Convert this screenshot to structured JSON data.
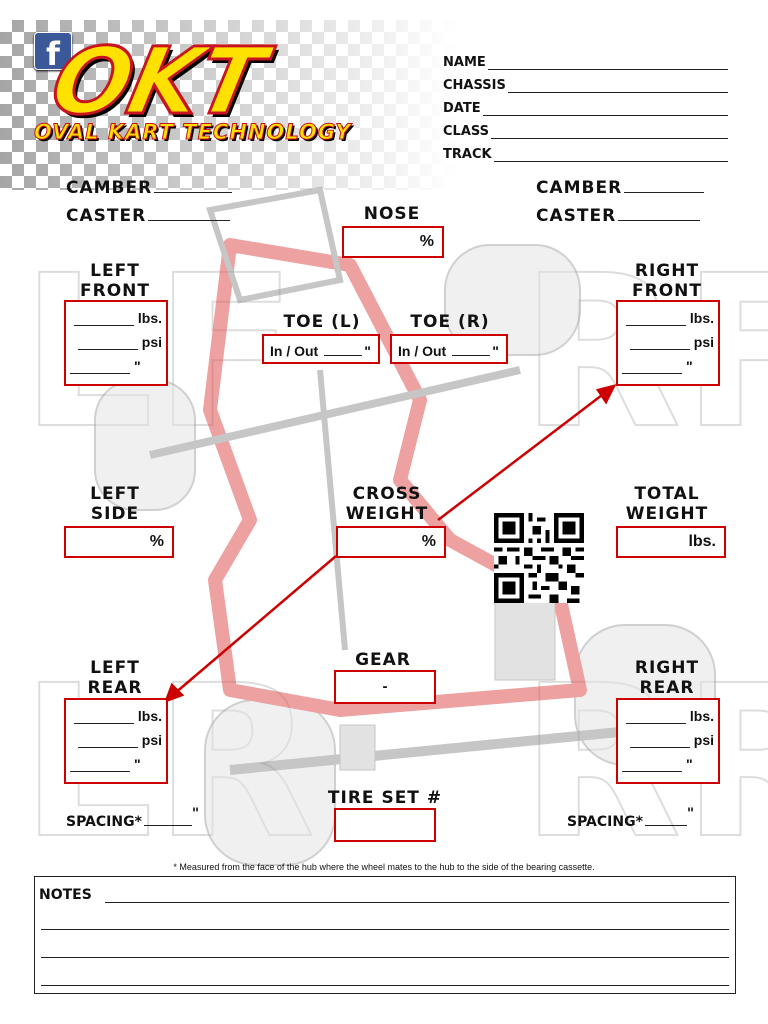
{
  "header": {
    "fb_label": "f",
    "logo_main": "OKT",
    "logo_sub": "OVAL KART TECHNOLOGY",
    "fields": [
      "NAME",
      "CHASSIS",
      "DATE",
      "CLASS",
      "TRACK"
    ]
  },
  "camber_caster": {
    "left_camber": "CAMBER",
    "left_caster": "CASTER",
    "right_camber": "CAMBER",
    "right_caster": "CASTER"
  },
  "nose": {
    "label": "NOSE",
    "unit": "%"
  },
  "toe": {
    "left_label": "TOE (L)",
    "right_label": "TOE (R)",
    "value_label": "In / Out",
    "unit": "\""
  },
  "corners": {
    "lf": {
      "label_1": "LEFT",
      "label_2": "FRONT"
    },
    "rf": {
      "label_1": "RIGHT",
      "label_2": "FRONT"
    },
    "lr": {
      "label_1": "LEFT",
      "label_2": "REAR"
    },
    "rr": {
      "label_1": "RIGHT",
      "label_2": "REAR"
    },
    "units": {
      "weight": "lbs.",
      "pressure": "psi",
      "inches": "\""
    }
  },
  "left_side": {
    "label_1": "LEFT",
    "label_2": "SIDE",
    "unit": "%"
  },
  "cross_weight": {
    "label_1": "CROSS",
    "label_2": "WEIGHT",
    "unit": "%"
  },
  "total_weight": {
    "label_1": "TOTAL",
    "label_2": "WEIGHT",
    "unit": "lbs."
  },
  "gear": {
    "label": "GEAR",
    "value": "-"
  },
  "tire_set": {
    "label": "TIRE SET #"
  },
  "spacing": {
    "left": "SPACING*",
    "right": "SPACING*",
    "unit": "\""
  },
  "footnote": "* Measured from the face of the hub where the wheel mates to the hub to the side of the bearing cassette.",
  "notes": {
    "title": "NOTES"
  },
  "colors": {
    "accent": "#cc0000",
    "logo_yellow": "#ffe100",
    "facebook": "#3b5998"
  }
}
